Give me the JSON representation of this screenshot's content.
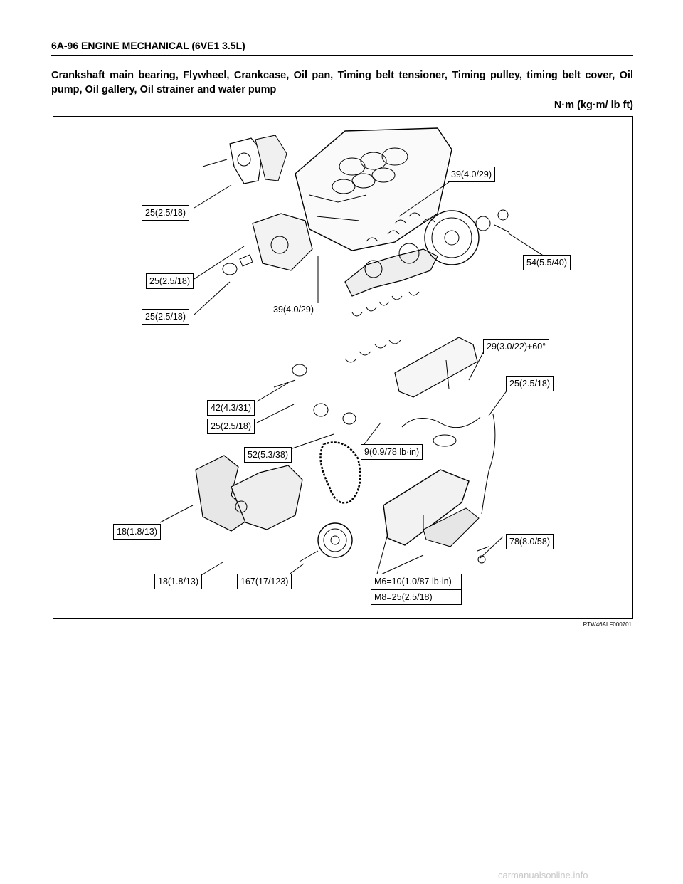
{
  "page": {
    "header_label": "6A-96  ENGINE MECHANICAL (6VE1 3.5L)",
    "heading": "Crankshaft main bearing, Flywheel, Crankcase, Oil pan, Timing belt tensioner, Timing pulley, timing belt cover, Oil pump, Oil gallery, Oil strainer and water pump",
    "units": "N·m (kg·m/ lb ft)",
    "figure_id": "RTW46ALF000701",
    "watermark": "carmanualsonline.info"
  },
  "torque_labels": [
    "25(2.5/18)",
    "39(4.0/29)",
    "54(5.5/40)",
    "25(2.5/18)",
    "25(2.5/18)",
    "39(4.0/29)",
    "29(3.0/22)+60°",
    "25(2.5/18)",
    "42(4.3/31)",
    "25(2.5/18)",
    "52(5.3/38)",
    "9(0.9/78 lb·in)",
    "18(1.8/13)",
    "78(8.0/58)",
    "18(1.8/13)",
    "167(17/123)",
    "M6=10(1.0/87 lb·in)",
    "M8=25(2.5/18)"
  ]
}
